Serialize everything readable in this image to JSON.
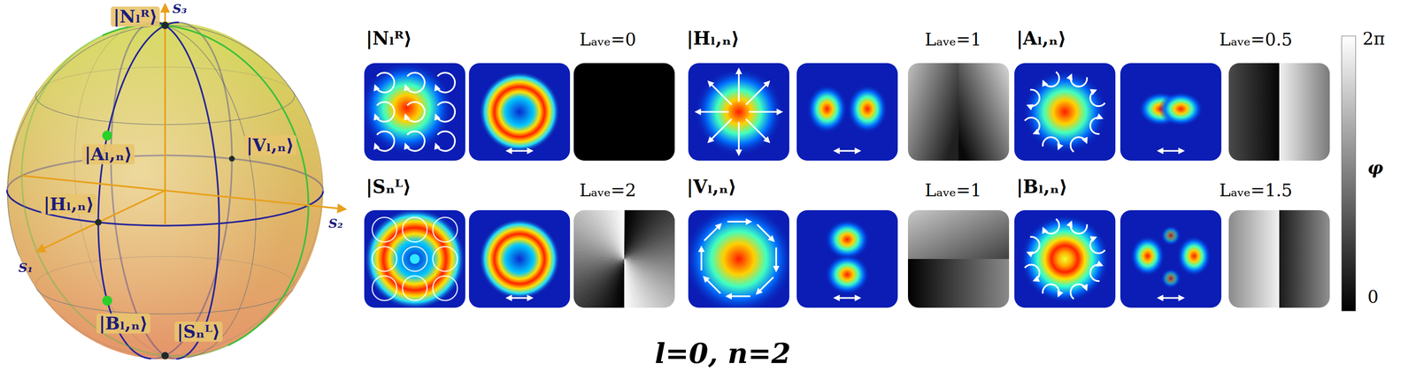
{
  "diagram": {
    "caption": "l=0, n=2",
    "labels": [
      "|Nₗᴿ⟩",
      "S₃",
      "|Aₗ,ₙ⟩",
      "|Vₗ,ₙ⟩",
      "S₂",
      "|Hₗ,ₙ⟩",
      "S₁",
      "|Bₗ,ₙ⟩",
      "|Sₙᴸ⟩",
      "|Nₗᴿ⟩",
      "Lₐᵥₑ=0",
      "|Hₗ,ₙ⟩",
      "Lₐᵥₑ=1",
      "|Aₗ,ₙ⟩",
      "Lₐᵥₑ=0.5",
      "|Sₙᴸ⟩",
      "Lₐᵥₑ=2",
      "|Vₗ,ₙ⟩",
      "Lₐᵥₑ=1",
      "|Bₗ,ₙ⟩",
      "Lₐᵥₑ=1.5",
      "2π",
      "φ",
      "0"
    ]
  }
}
